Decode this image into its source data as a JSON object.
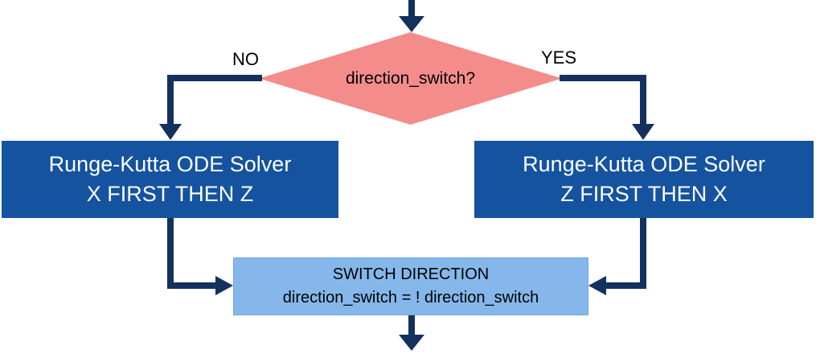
{
  "colors": {
    "arrow": "#14305E",
    "decision_fill": "#F48C8C",
    "solver_fill": "#1553A1",
    "switch_fill": "#85B7EB",
    "switch_border": "#74A7DE",
    "text_dark": "#000000",
    "text_light": "#FFFFFF"
  },
  "flowchart": {
    "decision": {
      "label": "direction_switch?"
    },
    "branches": {
      "no": "NO",
      "yes": "YES"
    },
    "solver_left": {
      "line1": "Runge-Kutta ODE Solver",
      "line2": "X FIRST THEN Z"
    },
    "solver_right": {
      "line1": "Runge-Kutta ODE Solver",
      "line2": "Z FIRST THEN X"
    },
    "switch": {
      "line1": "SWITCH DIRECTION",
      "line2": "direction_switch = ! direction_switch"
    }
  }
}
